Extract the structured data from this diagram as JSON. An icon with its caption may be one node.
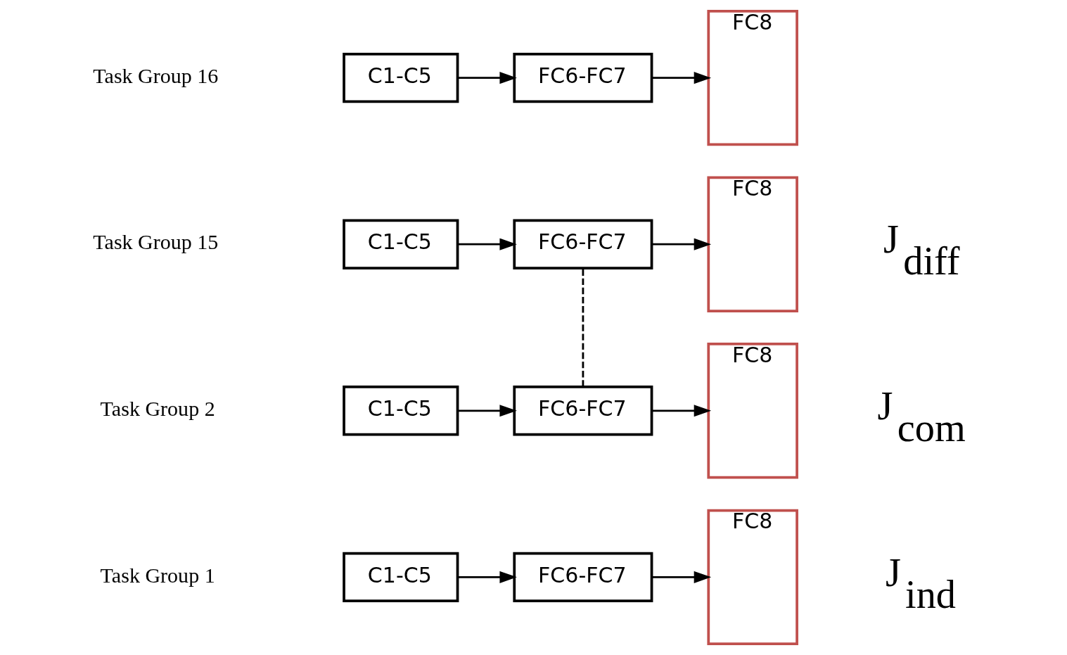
{
  "diagram": {
    "nodes": [
      {
        "text": [
          "C1-C5"
        ]
      },
      {
        "text": [
          "FC6-FC7"
        ]
      },
      {
        "text": [
          "FC8"
        ]
      },
      {
        "text": [
          "C1-C5"
        ]
      },
      {
        "text": [
          "FC6-FC7"
        ]
      },
      {
        "text": [
          "FC8"
        ]
      },
      {
        "text": [
          "C1-C5"
        ]
      },
      {
        "text": [
          "FC6-FC7"
        ]
      },
      {
        "text": [
          "FC8"
        ]
      },
      {
        "text": [
          "C1-C5"
        ]
      },
      {
        "text": [
          "FC6-FC7"
        ]
      },
      {
        "text": [
          "FC8"
        ]
      }
    ],
    "edges": [
      {
        "from": 0,
        "to": 1,
        "arrow": "to"
      },
      {
        "from": 1,
        "to": 2,
        "arrow": "to"
      },
      {
        "from": 3,
        "to": 4,
        "arrow": "to"
      },
      {
        "from": 4,
        "to": 5,
        "arrow": "to"
      },
      {
        "from": 4,
        "to": 7,
        "arrow": "none",
        "style": "dashed"
      },
      {
        "from": 6,
        "to": 7,
        "arrow": "to"
      },
      {
        "from": 7,
        "to": 8,
        "arrow": "to"
      },
      {
        "from": 9,
        "to": 10,
        "arrow": "to"
      },
      {
        "from": 10,
        "to": 11,
        "arrow": "to"
      }
    ],
    "labels": [
      "Task Group 1",
      "Task Group 2",
      "Task Group 15",
      "Task Group 16",
      "J$_{ind}$",
      "J$_{com}$",
      "J$_{diff}$"
    ]
  }
}
